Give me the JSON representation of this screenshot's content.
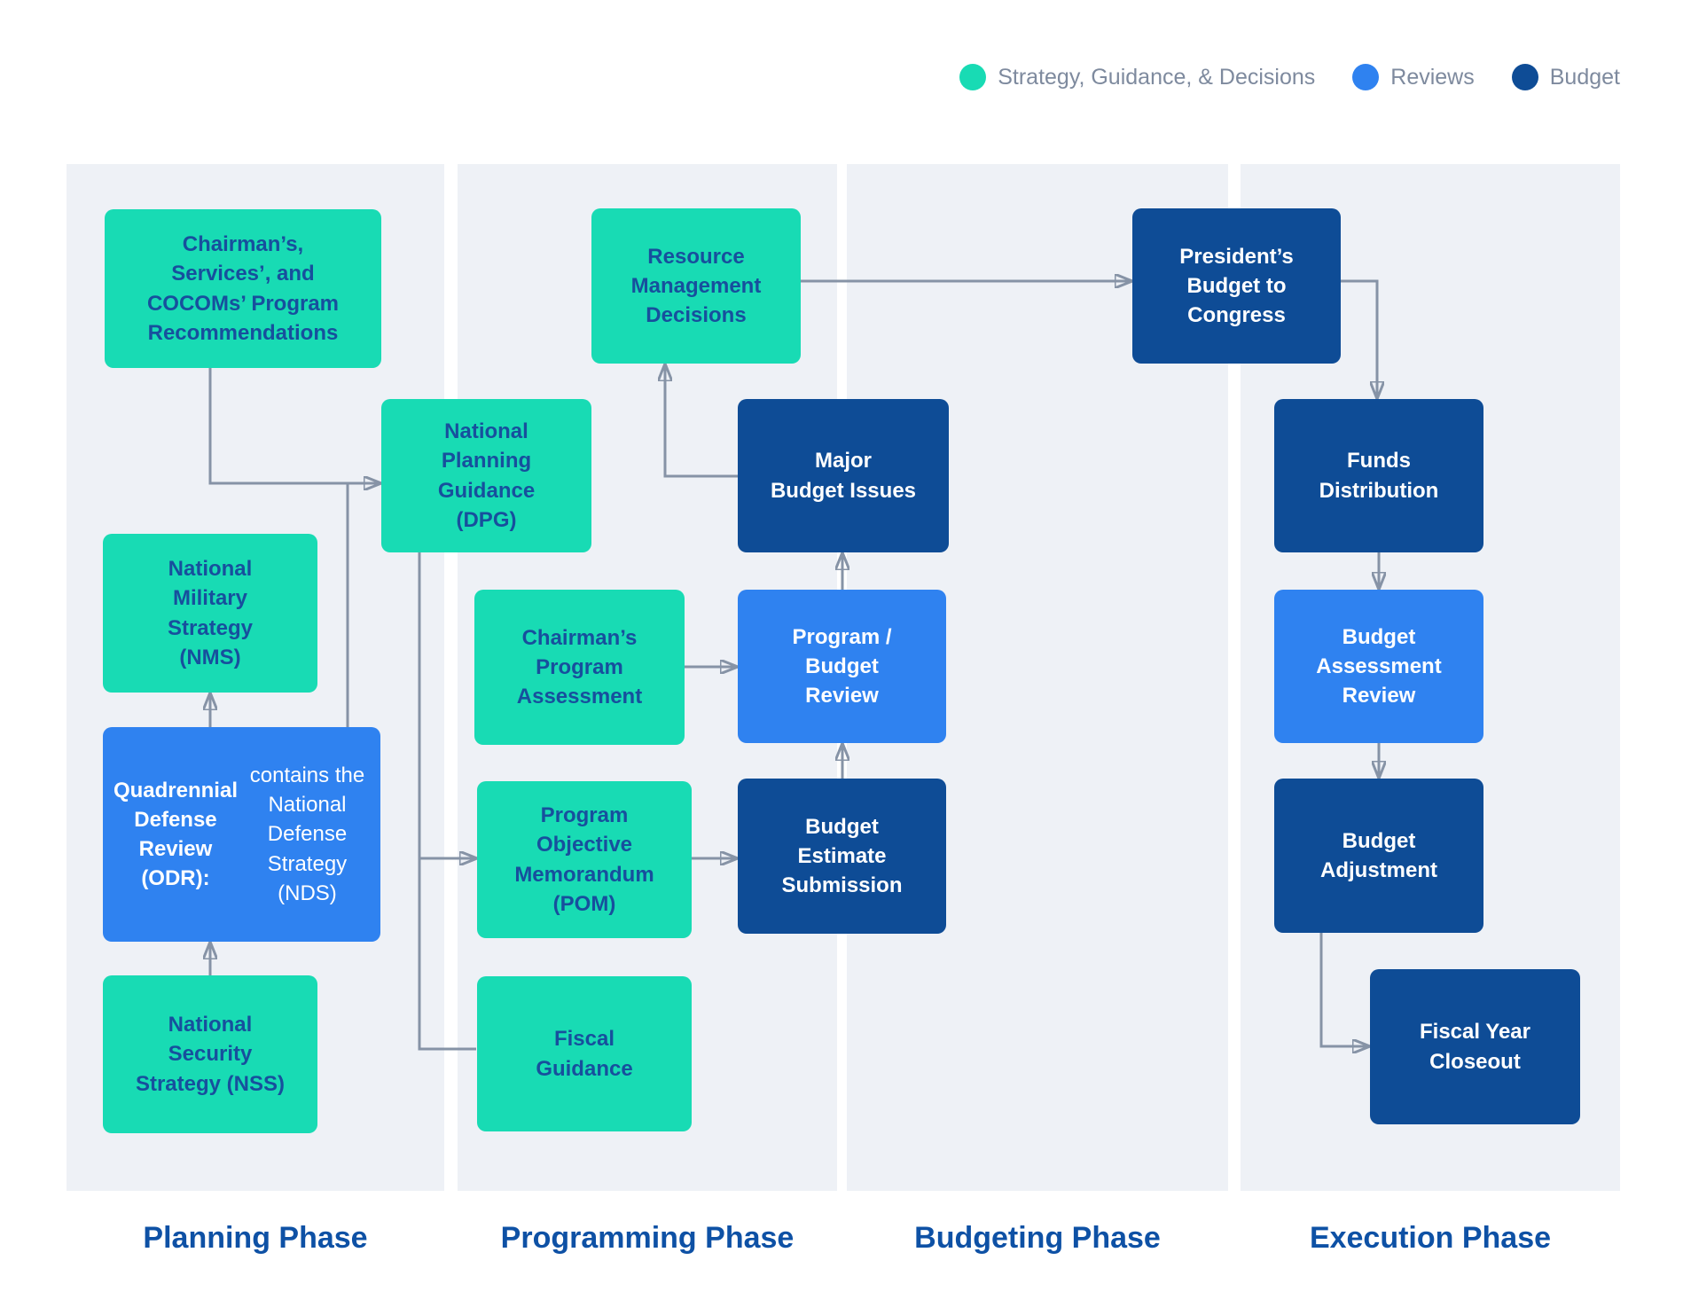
{
  "legend": {
    "items": [
      {
        "id": "strategy",
        "label": "Strategy, Guidance, & Decisions",
        "color": "#18dbb4"
      },
      {
        "id": "reviews",
        "label": "Reviews",
        "color": "#2f82f0"
      },
      {
        "id": "budget",
        "label": "Budget",
        "color": "#0e4c96"
      }
    ]
  },
  "phases": {
    "planning": {
      "label": "Planning Phase"
    },
    "programming": {
      "label": "Programming Phase"
    },
    "budgeting": {
      "label": "Budgeting Phase"
    },
    "execution": {
      "label": "Execution Phase"
    }
  },
  "boxes": {
    "chairmans_recommendations": {
      "category": "strategy",
      "text": "Chairman’s,\nServices’, and\nCOCOMs’ Program\nRecommendations"
    },
    "national_military_strategy": {
      "category": "strategy",
      "text": "National\nMilitary\nStrategy\n(NMS)"
    },
    "quadrennial_defense_review": {
      "category": "reviews",
      "text_bold": "Quadrennial\nDefense Review\n(ODR):",
      "text_regular": " contains the\nNational Defense\nStrategy (NDS)"
    },
    "national_security_strategy": {
      "category": "strategy",
      "text": "National\nSecurity\nStrategy (NSS)"
    },
    "national_planning_guidance": {
      "category": "strategy",
      "text": "National\nPlanning\nGuidance\n(DPG)"
    },
    "chairmans_program_assessment": {
      "category": "strategy",
      "text": "Chairman’s\nProgram\nAssessment"
    },
    "program_objective_memorandum": {
      "category": "strategy",
      "text": "Program\nObjective\nMemorandum\n(POM)"
    },
    "fiscal_guidance": {
      "category": "strategy",
      "text": "Fiscal\nGuidance"
    },
    "resource_management_decisions": {
      "category": "strategy",
      "text": "Resource\nManagement\nDecisions"
    },
    "major_budget_issues": {
      "category": "budget",
      "text": "Major\nBudget Issues"
    },
    "program_budget_review": {
      "category": "reviews",
      "text": "Program /\nBudget\nReview"
    },
    "budget_estimate_submission": {
      "category": "budget",
      "text": "Budget\nEstimate\nSubmission"
    },
    "presidents_budget_to_congress": {
      "category": "budget",
      "text": "President’s\nBudget to\nCongress"
    },
    "funds_distribution": {
      "category": "budget",
      "text": "Funds\nDistribution"
    },
    "budget_assessment_review": {
      "category": "reviews",
      "text": "Budget\nAssessment\nReview"
    },
    "budget_adjustment": {
      "category": "budget",
      "text": "Budget\nAdjustment"
    },
    "fiscal_year_closeout": {
      "category": "budget",
      "text": "Fiscal Year\nCloseout"
    }
  },
  "colors": {
    "strategy_fill": "#18dbb4",
    "reviews_fill": "#2f82f0",
    "budget_fill": "#0e4c96",
    "panel_background": "#eef1f6",
    "connector": "#8693a6",
    "teal_box_text": "#174f9d",
    "phase_label_text": "#0e51a5",
    "legend_text": "#7e8a9e"
  }
}
